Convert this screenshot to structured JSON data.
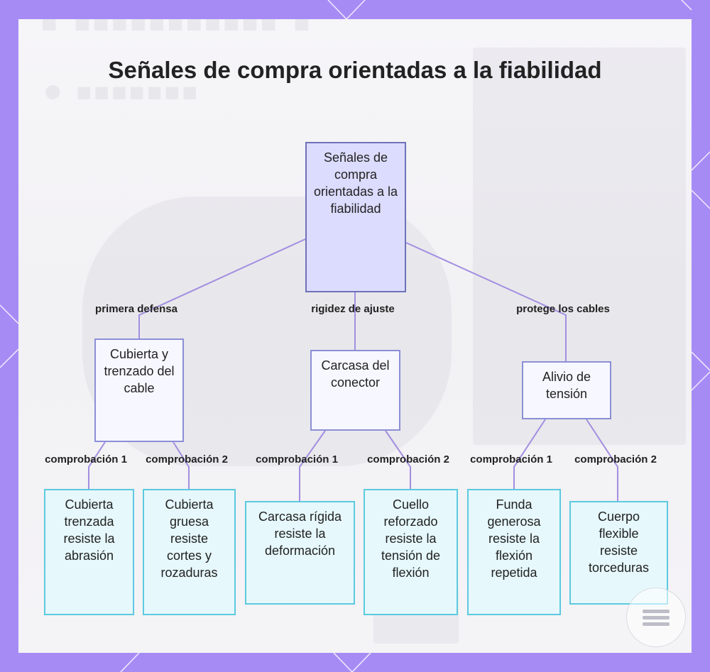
{
  "title": "Señales de compra orientadas a la fiabilidad",
  "colors": {
    "frame": "#a78bf5",
    "edge": "#a38ee0",
    "root_fill": "#dcdcff",
    "mid_fill": "#f7f7ff",
    "leaf_fill": "#e6f8fc",
    "leaf_border": "#5ccadf"
  },
  "root": {
    "label": "Señales de compra orientadas a la fiabilidad"
  },
  "branches": [
    {
      "edge_label": "primera defensa",
      "node": "Cubierta y trenzado del cable",
      "checks": [
        {
          "edge_label": "comprobación 1",
          "node": "Cubierta trenzada resiste la abrasión"
        },
        {
          "edge_label": "comprobación 2",
          "node": "Cubierta gruesa resiste cortes y rozaduras"
        }
      ]
    },
    {
      "edge_label": "rigidez de ajuste",
      "node": "Carcasa del conector",
      "checks": [
        {
          "edge_label": "comprobación 1",
          "node": "Carcasa rígida resiste la deformación"
        },
        {
          "edge_label": "comprobación 2",
          "node": "Cuello reforzado resiste la tensión de flexión"
        }
      ]
    },
    {
      "edge_label": "protege los cables",
      "node": "Alivio de tensión",
      "checks": [
        {
          "edge_label": "comprobación 1",
          "node": "Funda generosa resiste la flexión repetida"
        },
        {
          "edge_label": "comprobación 2",
          "node": "Cuerpo flexible resiste torceduras"
        }
      ]
    }
  ]
}
